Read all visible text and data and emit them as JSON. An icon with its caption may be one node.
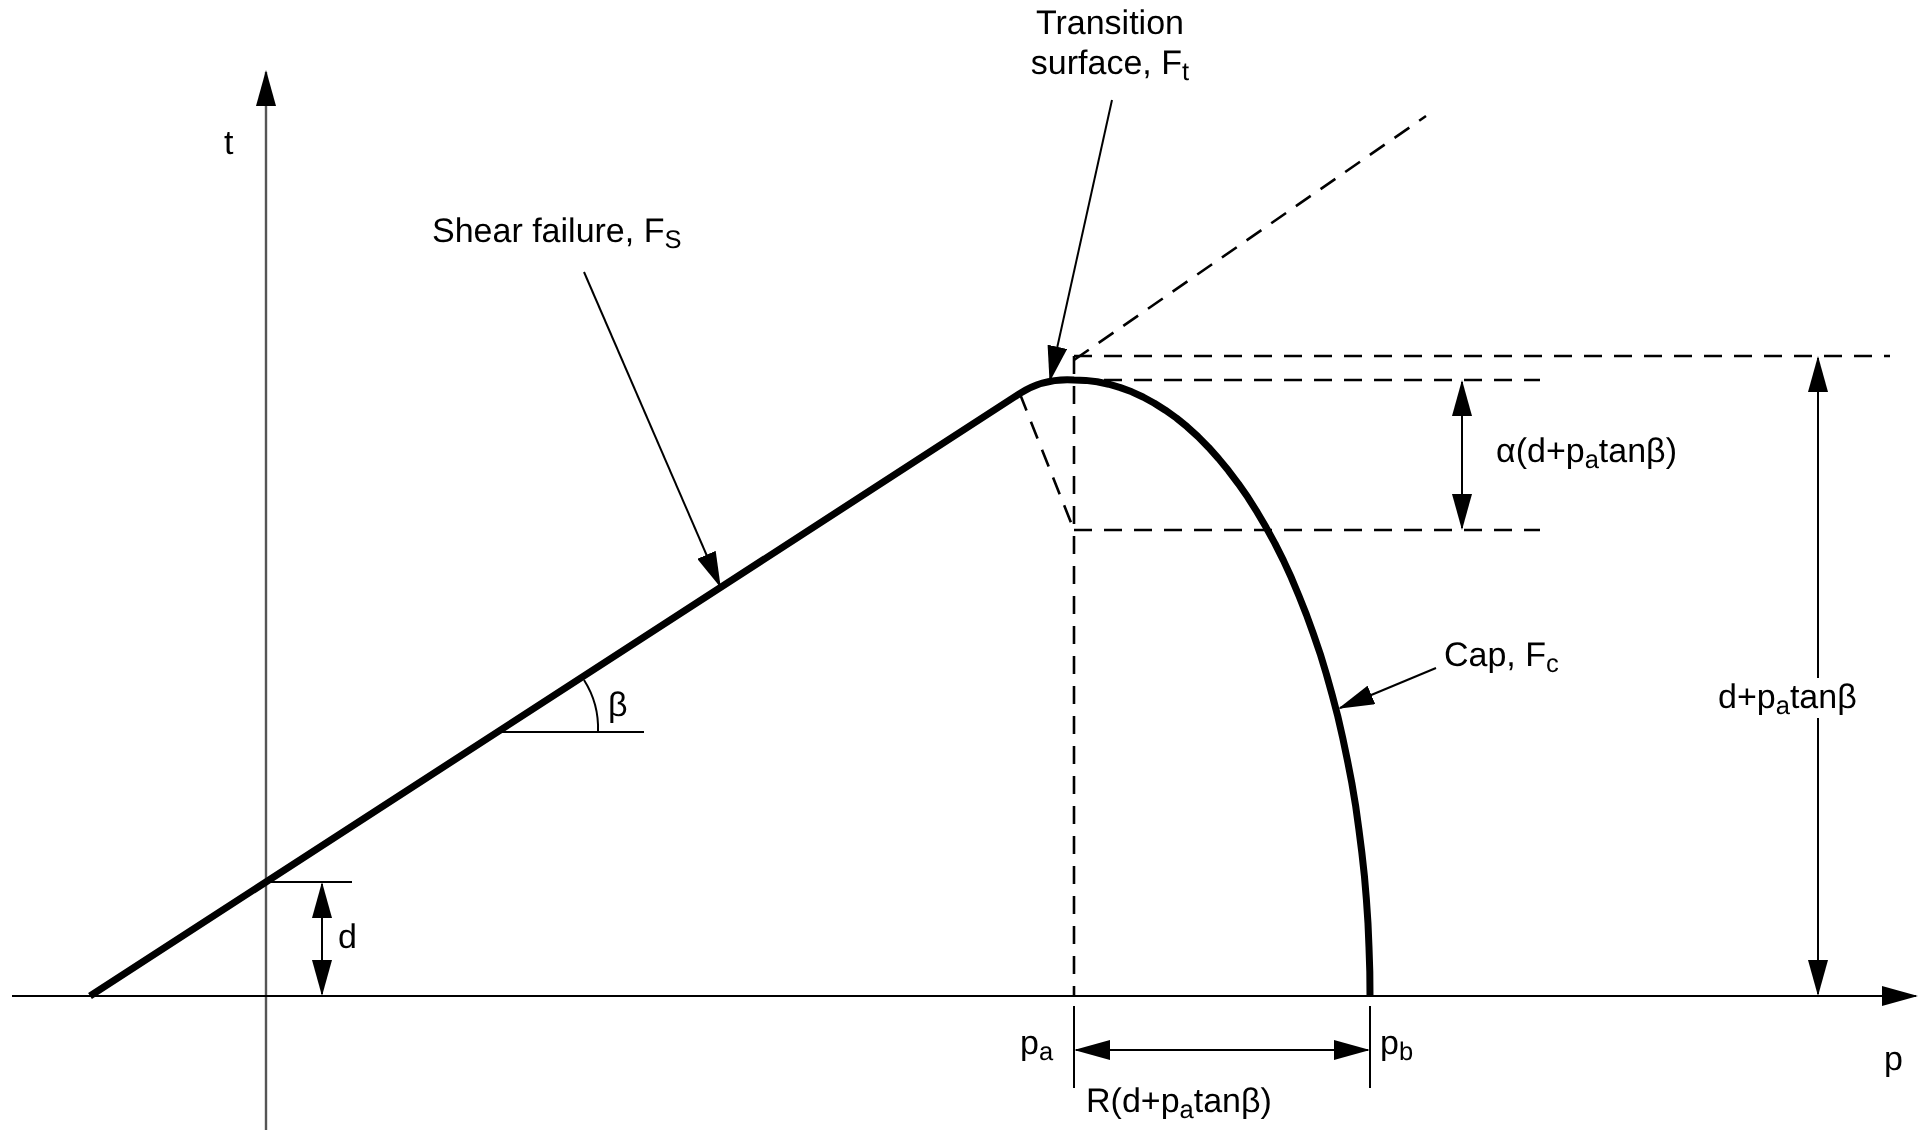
{
  "diagram": {
    "nodes": [
      {
        "text": [
          "Shear failure, F$_{S}$"
        ]
      },
      {
        "text": [
          "Transition surface, F$_{t}$"
        ]
      },
      {
        "text": [
          "Cap, F$_{c}$"
        ]
      }
    ],
    "edges": [
      {
        "from": 0,
        "to": null,
        "arrow": "to"
      },
      {
        "from": 1,
        "to": null,
        "arrow": "to"
      },
      {
        "from": 2,
        "to": null,
        "arrow": "to"
      }
    ],
    "labels": [
      "t",
      "β",
      "d",
      "α(d+p$_{a}$tanβ)",
      "d+p$_{a}$tanβ",
      "p$_{a}$",
      "p$_{b}$",
      "p",
      "R(d+p$_{a}$tanβ)"
    ]
  }
}
